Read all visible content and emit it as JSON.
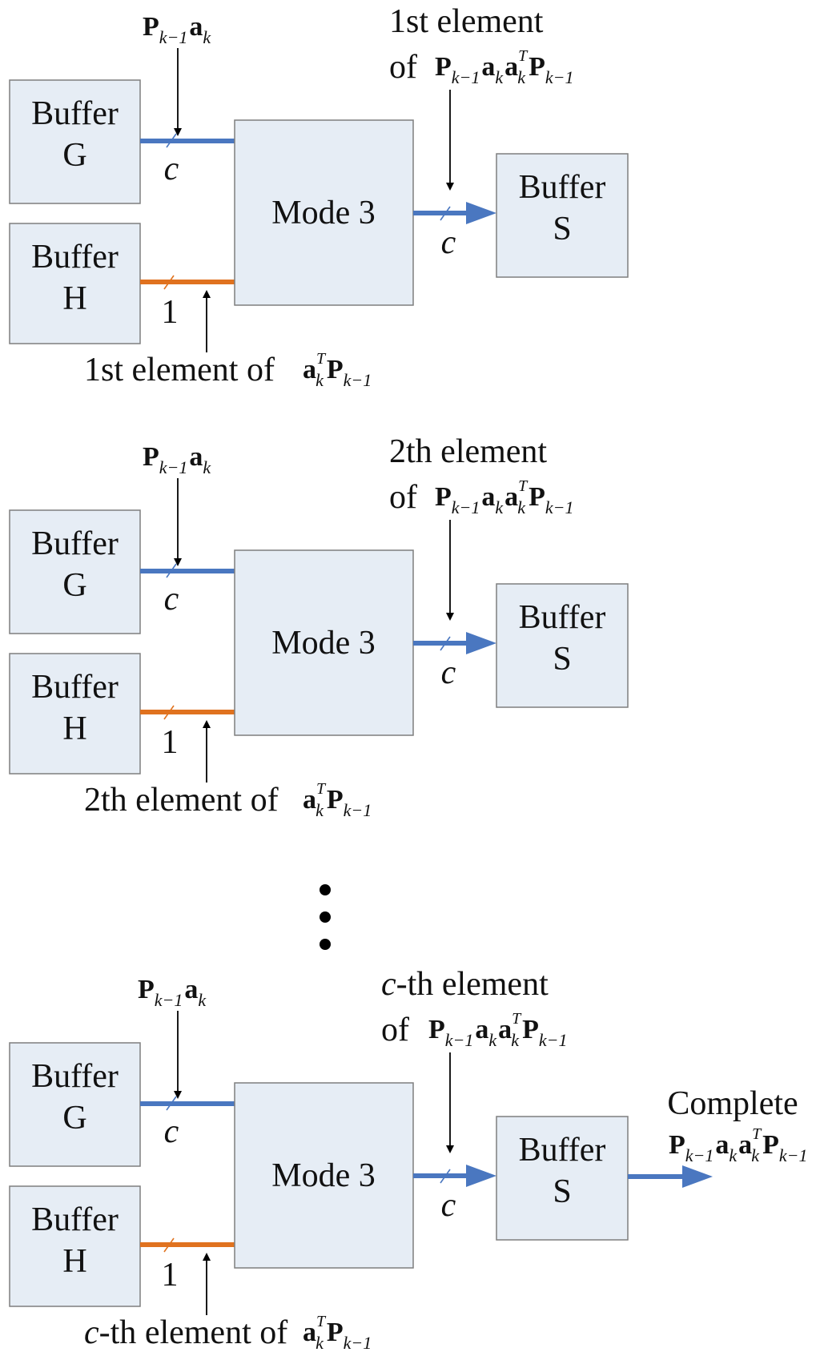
{
  "colors": {
    "box_fill": "#e6edf5",
    "blue_bus": "#4a77c0",
    "orange_bus": "#e0721f"
  },
  "labels": {
    "buffer": "Buffer",
    "g": "G",
    "h": "H",
    "s": "S",
    "mode": "Mode 3",
    "c": "c",
    "one": "1",
    "of": "of",
    "complete": "Complete",
    "element": "element",
    "element_of": "element of"
  },
  "math": {
    "P": "P",
    "a": "a",
    "k": "k",
    "k_minus_1": "k−1",
    "T": "T"
  },
  "stages": [
    {
      "ordinal": "1st",
      "ordinal_italic_prefix": "",
      "ordinal_suffix": "1st"
    },
    {
      "ordinal": "2th",
      "ordinal_italic_prefix": "",
      "ordinal_suffix": "2th"
    },
    {
      "ordinal": "c-th",
      "ordinal_italic_prefix": "c",
      "ordinal_suffix": "-th"
    }
  ]
}
